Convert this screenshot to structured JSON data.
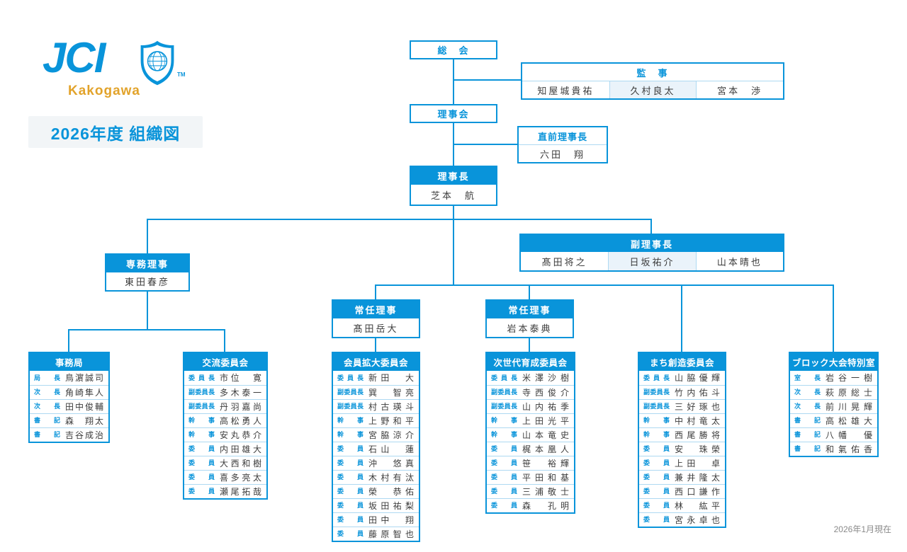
{
  "colors": {
    "accent": "#0994da",
    "light_cell": "#eaf3fa",
    "gold": "#e2a32b",
    "line_light": "#aed9f2"
  },
  "logo": {
    "wordmark": "JCI",
    "tm": "TM",
    "subtitle": "Kakogawa",
    "shield_icon": "shield-globe"
  },
  "title": "2026年度 組織図",
  "footer": "2026年1月現在",
  "org": {
    "soukai": {
      "label": "総　会"
    },
    "kanji": {
      "label": "監　事",
      "members": [
        "知屋城貴祐",
        "久村良太",
        "宮本　渉"
      ]
    },
    "rijikai": {
      "label": "理事会"
    },
    "chokuzen": {
      "label": "直前理事長",
      "name": "六田　翔"
    },
    "rijicho": {
      "label": "理事長",
      "name": "芝本　航"
    },
    "fukurijicho": {
      "label": "副理事長",
      "members": [
        "髙田将之",
        "日坂祐介",
        "山本晴也"
      ]
    },
    "senmu": {
      "label": "専務理事",
      "name": "東田春彦"
    },
    "jonin1": {
      "label": "常任理事",
      "name": "髙田岳大"
    },
    "jonin2": {
      "label": "常任理事",
      "name": "岩本泰典"
    },
    "committees": [
      {
        "title": "事務局",
        "rows": [
          [
            "局長",
            "鳥濵誠司"
          ],
          [
            "次長",
            "角崎隼人"
          ],
          [
            "次長",
            "田中俊輔"
          ],
          [
            "書記",
            "森　翔太"
          ],
          [
            "書記",
            "吉谷成治"
          ]
        ]
      },
      {
        "title": "交流委員会",
        "rows": [
          [
            "委員長",
            "市位　寛"
          ],
          [
            "副委員長",
            "多木泰一"
          ],
          [
            "副委員長",
            "丹羽嘉尚"
          ],
          [
            "幹事",
            "高松勇人"
          ],
          [
            "幹事",
            "安丸恭介"
          ],
          [
            "委員",
            "内田雄大"
          ],
          [
            "委員",
            "大西和樹"
          ],
          [
            "委員",
            "喜多亮太"
          ],
          [
            "委員",
            "瀬尾拓哉"
          ]
        ]
      },
      {
        "title": "会員拡大委員会",
        "rows": [
          [
            "委員長",
            "新田　大"
          ],
          [
            "副委員長",
            "巽　智亮"
          ],
          [
            "副委員長",
            "村古瑛斗"
          ],
          [
            "幹事",
            "上野和平"
          ],
          [
            "幹事",
            "宮脇涼介"
          ],
          [
            "委員",
            "石山　蓮"
          ],
          [
            "委員",
            "沖　悠真"
          ],
          [
            "委員",
            "木村有汰"
          ],
          [
            "委員",
            "榮　恭佑"
          ],
          [
            "委員",
            "坂田祐梨"
          ],
          [
            "委員",
            "田中　翔"
          ],
          [
            "委員",
            "藤原智也"
          ]
        ]
      },
      {
        "title": "次世代育成委員会",
        "rows": [
          [
            "委員長",
            "米澤沙樹"
          ],
          [
            "副委員長",
            "寺西俊介"
          ],
          [
            "副委員長",
            "山内祐季"
          ],
          [
            "幹事",
            "上田光平"
          ],
          [
            "幹事",
            "山本竜史"
          ],
          [
            "委員",
            "梶本凰人"
          ],
          [
            "委員",
            "笹　裕輝"
          ],
          [
            "委員",
            "平田和基"
          ],
          [
            "委員",
            "三浦敬士"
          ],
          [
            "委員",
            "森　孔明"
          ]
        ]
      },
      {
        "title": "まち創造委員会",
        "rows": [
          [
            "委員長",
            "山脇優輝"
          ],
          [
            "副委員長",
            "竹内佑斗"
          ],
          [
            "副委員長",
            "三好琢也"
          ],
          [
            "幹事",
            "中村竜太"
          ],
          [
            "幹事",
            "西尾勝将"
          ],
          [
            "委員",
            "安　珠榮"
          ],
          [
            "委員",
            "上田　卓"
          ],
          [
            "委員",
            "兼井隆太"
          ],
          [
            "委員",
            "西口謙作"
          ],
          [
            "委員",
            "林　紘平"
          ],
          [
            "委員",
            "宮永卓也"
          ]
        ]
      },
      {
        "title": "ブロック大会特別室",
        "rows": [
          [
            "室長",
            "岩谷一樹"
          ],
          [
            "次長",
            "萩原総士"
          ],
          [
            "次長",
            "前川晃輝"
          ],
          [
            "書記",
            "高松雄大"
          ],
          [
            "書記",
            "八幡　優"
          ],
          [
            "書記",
            "和氣佑香"
          ]
        ]
      }
    ]
  }
}
